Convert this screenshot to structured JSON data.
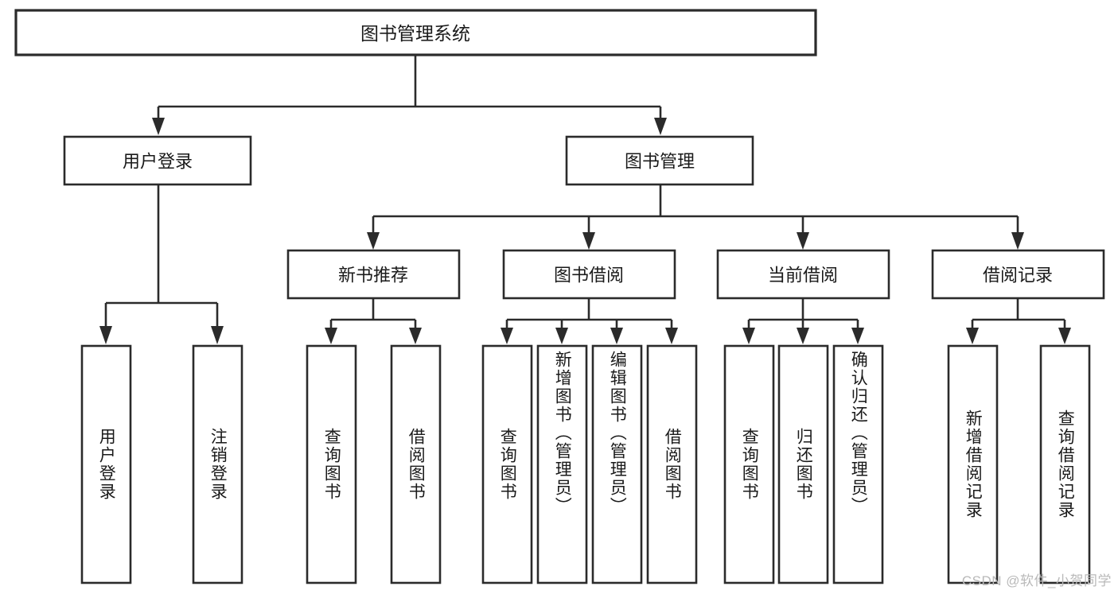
{
  "diagram": {
    "kind": "tree-hierarchy-chart",
    "title": "图书管理系统",
    "watermark": "CSDN @软件_小贺同学",
    "colors": {
      "stroke": "#2b2b2b",
      "fill": "#ffffff",
      "text": "#1a1a1a",
      "background": "#ffffff",
      "watermark": "#b9b9b9"
    },
    "root": {
      "label": "图书管理系统"
    },
    "level2": [
      {
        "label": "用户登录"
      },
      {
        "label": "图书管理"
      }
    ],
    "level3": [
      {
        "label": "新书推荐"
      },
      {
        "label": "图书借阅"
      },
      {
        "label": "当前借阅"
      },
      {
        "label": "借阅记录"
      }
    ],
    "leaves": [
      {
        "label": "用户登录",
        "parent": "用户登录"
      },
      {
        "label": "注销登录",
        "parent": "用户登录"
      },
      {
        "label": "查询图书",
        "parent": "新书推荐"
      },
      {
        "label": "借阅图书",
        "parent": "新书推荐"
      },
      {
        "label": "查询图书",
        "parent": "图书借阅"
      },
      {
        "label": "新增图书（管理员）",
        "parent": "图书借阅"
      },
      {
        "label": "编辑图书（管理员）",
        "parent": "图书借阅"
      },
      {
        "label": "借阅图书",
        "parent": "图书借阅"
      },
      {
        "label": "查询图书",
        "parent": "当前借阅"
      },
      {
        "label": "归还图书",
        "parent": "当前借阅"
      },
      {
        "label": "确认归还（管理员）",
        "parent": "当前借阅"
      },
      {
        "label": "新增借阅记录",
        "parent": "借阅记录"
      },
      {
        "label": "查询借阅记录",
        "parent": "借阅记录"
      }
    ]
  }
}
